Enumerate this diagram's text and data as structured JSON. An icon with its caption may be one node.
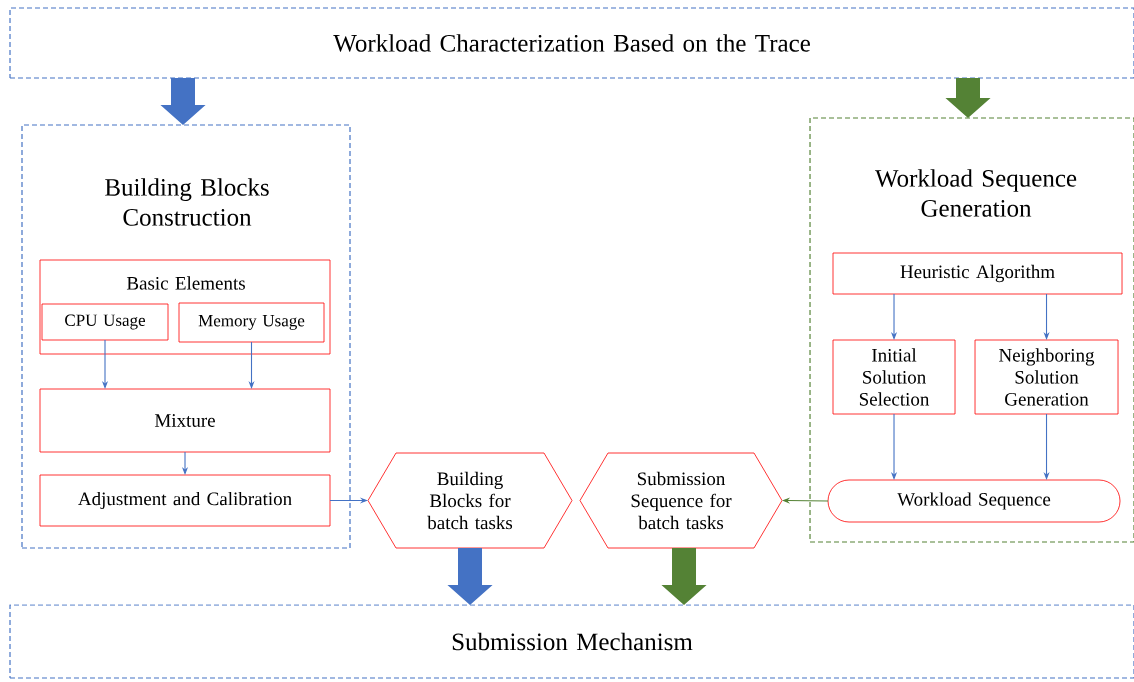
{
  "diagram": {
    "nodes": [
      {
        "text": [
          "Workload Characterization Based on the Trace"
        ]
      },
      {
        "text": [
          "Building Blocks Construction"
        ]
      },
      {
        "text": [
          "Basic Elements"
        ],
        "in": 1
      },
      {
        "text": [
          "CPU Usage"
        ],
        "in": 2
      },
      {
        "text": [
          "Memory Usage"
        ],
        "in": 2
      },
      {
        "text": [
          "Mixture"
        ],
        "in": 1
      },
      {
        "text": [
          "Adjustment and Calibration"
        ],
        "in": 1
      },
      {
        "text": [
          "Workload Sequence Generation"
        ]
      },
      {
        "text": [
          "Heuristic Algorithm"
        ],
        "in": 7
      },
      {
        "text": [
          "Initial Solution Selection"
        ],
        "in": 7
      },
      {
        "text": [
          "Neighboring Solution Generation"
        ],
        "in": 7
      },
      {
        "text": [
          "Workload Sequence"
        ],
        "in": 7
      },
      {
        "text": [
          "Building Blocks for batch tasks"
        ]
      },
      {
        "text": [
          "Submission Sequence for batch tasks"
        ]
      },
      {
        "text": [
          "Submission Mechanism"
        ]
      }
    ],
    "edges": [
      {
        "from": 0,
        "to": 1,
        "arrow": "to",
        "style": "thick"
      },
      {
        "from": 0,
        "to": 7,
        "arrow": "to",
        "style": "thick",
        "color": "#548235"
      },
      {
        "from": 3,
        "to": 5,
        "arrow": "to"
      },
      {
        "from": 4,
        "to": 5,
        "arrow": "to"
      },
      {
        "from": 5,
        "to": 6,
        "arrow": "to"
      },
      {
        "from": 6,
        "to": 12,
        "arrow": "to"
      },
      {
        "from": 8,
        "to": 9,
        "arrow": "to"
      },
      {
        "from": 8,
        "to": 10,
        "arrow": "to"
      },
      {
        "from": 9,
        "to": 11,
        "arrow": "to"
      },
      {
        "from": 10,
        "to": 11,
        "arrow": "to"
      },
      {
        "from": 11,
        "to": 13,
        "arrow": "to",
        "color": "#548235"
      },
      {
        "from": 12,
        "to": 14,
        "arrow": "to",
        "style": "thick"
      },
      {
        "from": 13,
        "to": 14,
        "arrow": "to",
        "style": "thick",
        "color": "#548235"
      }
    ]
  }
}
